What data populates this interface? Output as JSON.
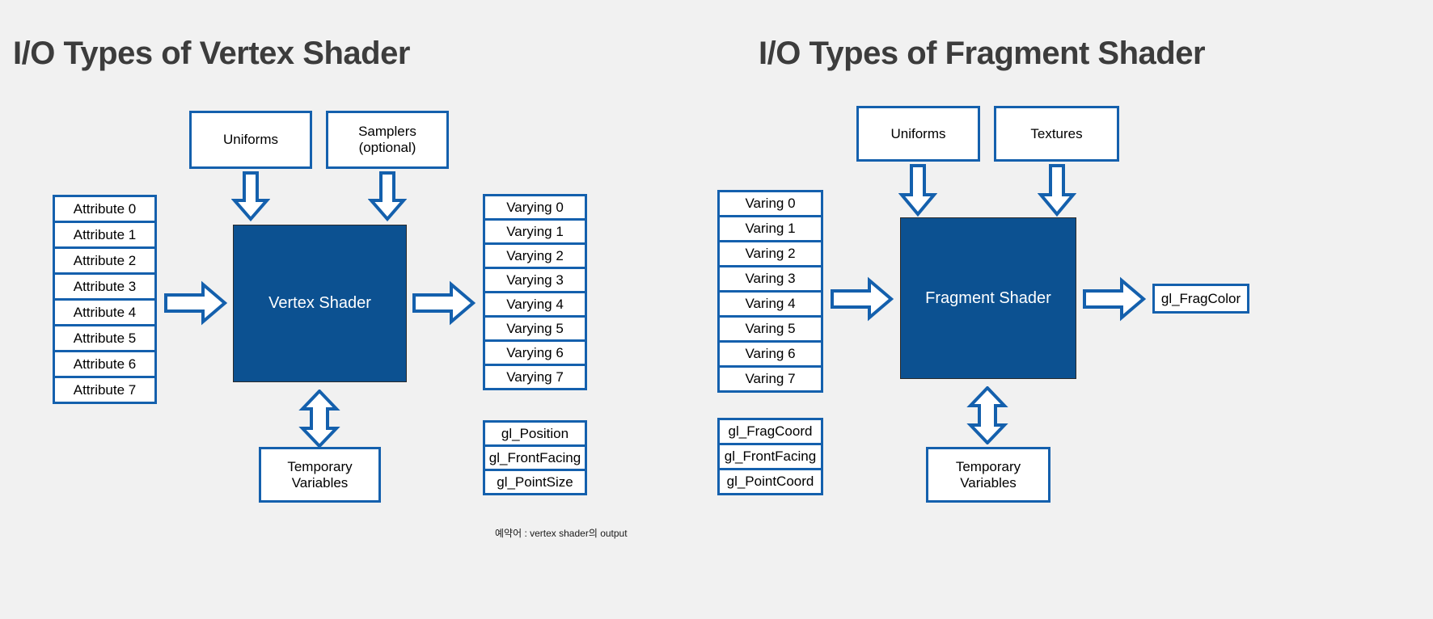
{
  "colors": {
    "background": "#f1f1f1",
    "box_border": "#1460ad",
    "shader_fill": "#0c5191",
    "title_text": "#3c3c3c",
    "arrow_stroke": "#1460ad",
    "arrow_fill": "#ffffff"
  },
  "left": {
    "title": "I/O Types of Vertex Shader",
    "shader_label": "Vertex Shader",
    "top_boxes": [
      {
        "label": "Uniforms"
      },
      {
        "label": "Samplers\n(optional)"
      }
    ],
    "inputs": [
      "Attribute 0",
      "Attribute 1",
      "Attribute 2",
      "Attribute 3",
      "Attribute 4",
      "Attribute 5",
      "Attribute 6",
      "Attribute 7"
    ],
    "outputs": [
      "Varying 0",
      "Varying 1",
      "Varying 2",
      "Varying 3",
      "Varying 4",
      "Varying 5",
      "Varying 6",
      "Varying 7"
    ],
    "builtins": [
      "gl_Position",
      "gl_FrontFacing",
      "gl_PointSize"
    ],
    "temp_label": "Temporary\nVariables"
  },
  "right": {
    "title": "I/O Types of Fragment Shader",
    "shader_label": "Fragment Shader",
    "top_boxes": [
      {
        "label": "Uniforms"
      },
      {
        "label": "Textures"
      }
    ],
    "inputs": [
      "Varing 0",
      "Varing 1",
      "Varing 2",
      "Varing 3",
      "Varing 4",
      "Varing 5",
      "Varing 6",
      "Varing 7"
    ],
    "builtins": [
      "gl_FragCoord",
      "gl_FrontFacing",
      "gl_PointCoord"
    ],
    "output_label": "gl_FragColor",
    "temp_label": "Temporary\nVariables"
  },
  "caption": "예약어 : vertex shader의 output"
}
